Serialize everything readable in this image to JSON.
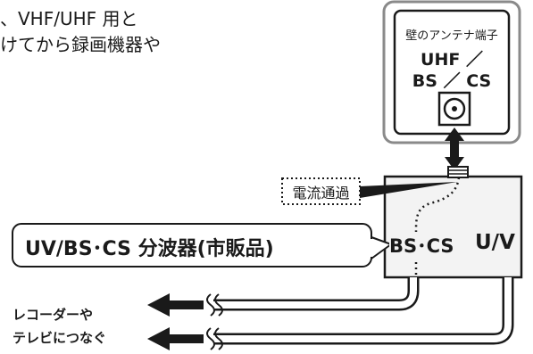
{
  "intro": {
    "line1": "、VHF/UHF 用と",
    "line2": "けてから録画機器や"
  },
  "wall_terminal": {
    "title": "壁のアンテナ端子",
    "line1": "UHF ／",
    "line2": "BS ／ CS"
  },
  "current_pass_label": "電流通過",
  "splitter": {
    "name": "UV/BS･CS 分波器(市販品)",
    "port_bs_cs": "BS･CS",
    "port_uv": "U/V"
  },
  "destination": {
    "line1": "レコーダーや",
    "line2": "テレビにつなぐ"
  },
  "colors": {
    "line": "#1a1a1a",
    "panel_fill": "#f3f3f3",
    "frame": "#8a8a8a",
    "text": "#1a1a1a"
  }
}
